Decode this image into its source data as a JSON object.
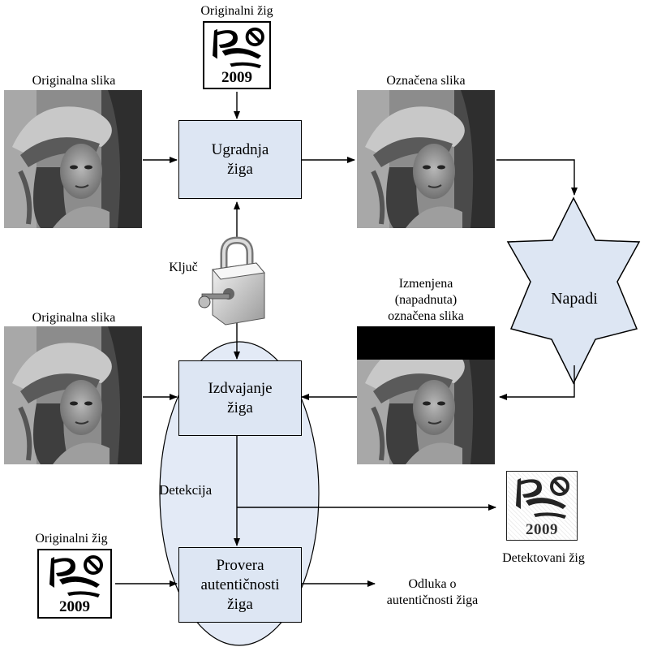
{
  "watermark_year": "2009",
  "labels": {
    "original_watermark_top": "Originalni žig",
    "original_image_top": "Originalna slika",
    "marked_image": "Označena slika",
    "key": "Ključ",
    "original_image_bottom": "Originalna slika",
    "attacked_line1": "Izmenjena",
    "attacked_line2": "(napadnuta)",
    "attacked_line3": "označena slika",
    "detection": "Detekcija",
    "detected_watermark": "Detektovani žig",
    "original_watermark_bottom": "Originalni žig",
    "decision_line1": "Odluka o",
    "decision_line2": "autentičnosti žiga"
  },
  "boxes": {
    "embed_line1": "Ugradnja",
    "embed_line2": "žiga",
    "extract_line1": "Izdvajanje",
    "extract_line2": "žiga",
    "verify_line1": "Provera",
    "verify_line2": "autentičnosti",
    "verify_line3": "žiga"
  },
  "attacks": "Napadi",
  "colors": {
    "box_fill": "#dde6f3",
    "ellipse_fill": "#e3eaf6",
    "star_fill": "#dde6f3"
  }
}
